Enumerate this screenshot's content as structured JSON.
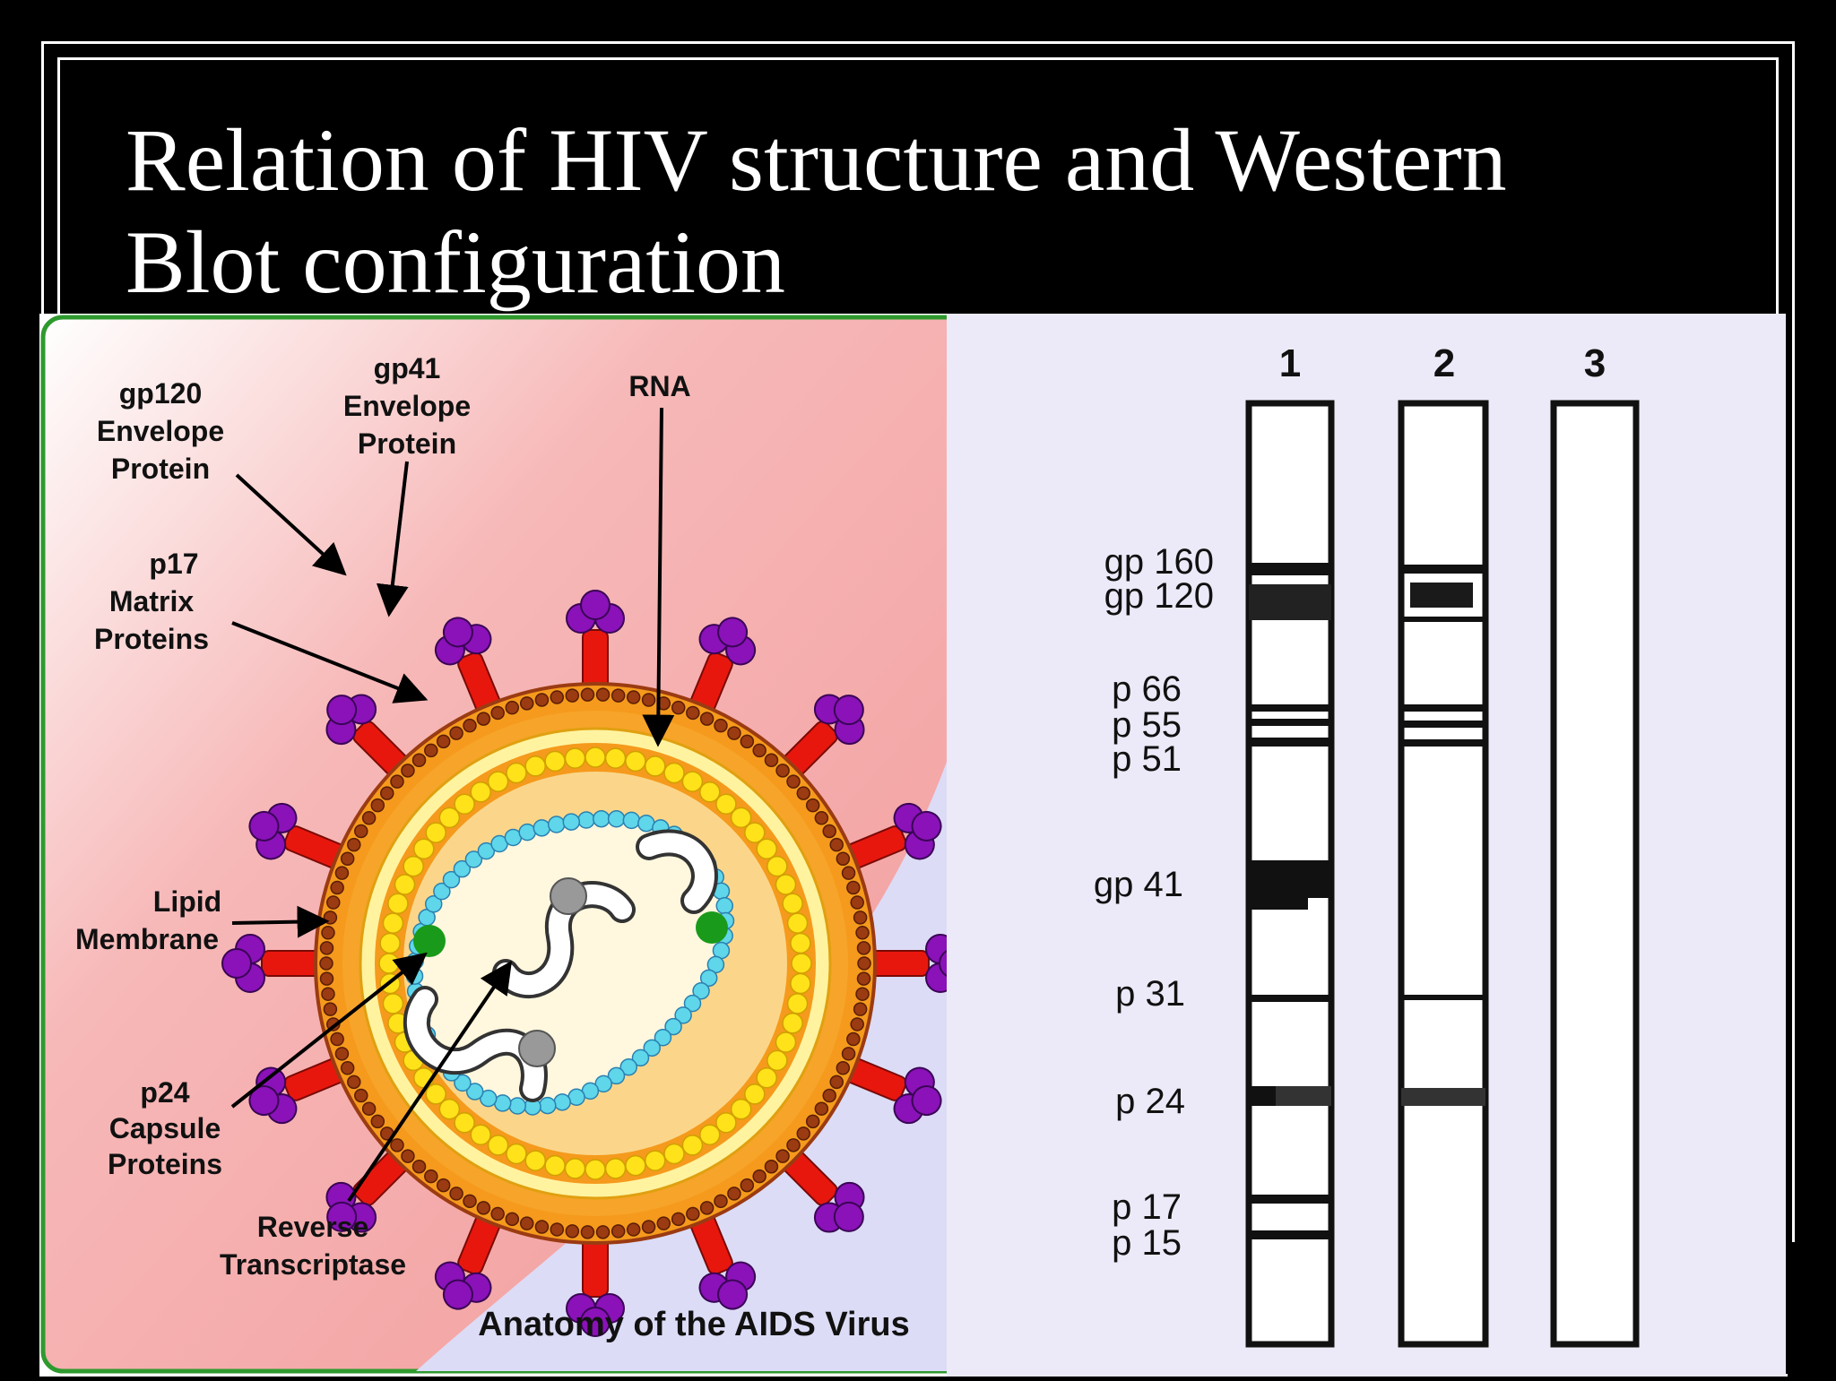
{
  "slide": {
    "title_line1": "Relation of HIV structure and Western",
    "title_line2": "Blot configuration"
  },
  "virus_diagram": {
    "labels": {
      "gp120_1": "gp120",
      "gp120_2": "Envelope",
      "gp120_3": "Protein",
      "gp41_1": "gp41",
      "gp41_2": "Envelope",
      "gp41_3": "Protein",
      "rna": "RNA",
      "p17_1": "p17",
      "p17_2": "Matrix",
      "p17_3": "Proteins",
      "lipid_1": "Lipid",
      "lipid_2": "Membrane",
      "p24_1": "p24",
      "p24_2": "Capsule",
      "p24_3": "Proteins",
      "rt_1": "Reverse",
      "rt_2": "Transcriptase"
    },
    "caption": "Anatomy of the AIDS Virus",
    "colors": {
      "knob": "#8a12b8",
      "stalk": "#e8170e",
      "envelope": "#f59a1c",
      "matrix_bead": "#ffe21a",
      "capsid_bead": "#5fd6ea",
      "enzyme": "#1a9a1a",
      "rt": "#9a9a9a"
    }
  },
  "western_blot": {
    "strips": [
      {
        "label": "1"
      },
      {
        "label": "2"
      },
      {
        "label": "3"
      }
    ],
    "bands": [
      {
        "label": "gp 160"
      },
      {
        "label": "gp 120"
      },
      {
        "label": "p 66"
      },
      {
        "label": "p 55"
      },
      {
        "label": "p 51"
      },
      {
        "label": "gp 41"
      },
      {
        "label": "p 31"
      },
      {
        "label": "p 24"
      },
      {
        "label": "p 17"
      },
      {
        "label": "p 15"
      }
    ]
  }
}
